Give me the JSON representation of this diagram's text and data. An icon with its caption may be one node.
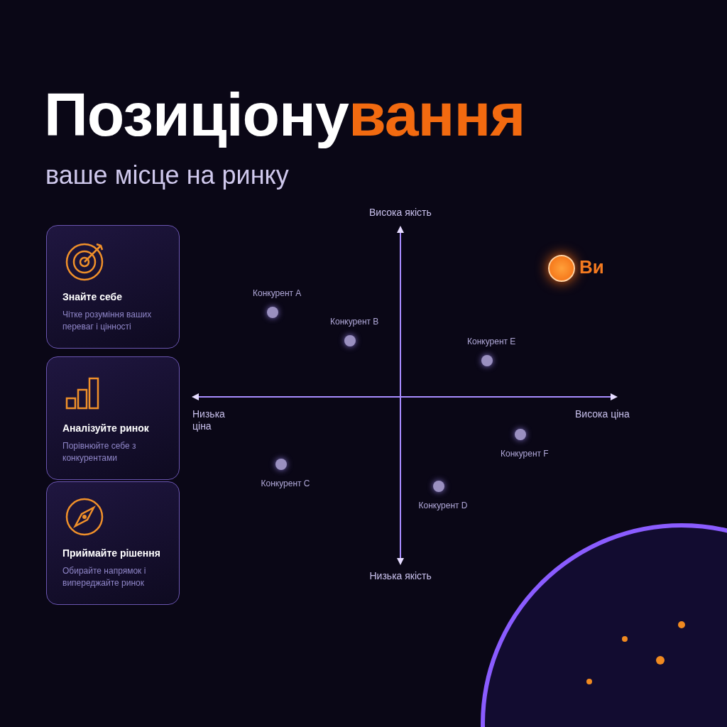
{
  "diagram": {
    "title": "Позиціонування",
    "caption": "ваше місце на ринку",
    "nodes": [
      {
        "text": [
          "Знайте себе",
          "Чітке розуміння ваших переваг і цінності"
        ]
      },
      {
        "text": [
          "Аналізуйте ринок",
          "Порівнюйте себе з конкурентами"
        ]
      },
      {
        "text": [
          "Приймайте рішення",
          "Обирайте напрямок і випереджайте ринок"
        ]
      },
      {
        "text": [],
        "shape": "circle",
        "beside": [
          "Ви"
        ]
      },
      {
        "text": [],
        "shape": "circle",
        "beside": [
          "Конкурент A"
        ]
      },
      {
        "text": [],
        "shape": "circle",
        "beside": [
          "Конкурент B"
        ]
      },
      {
        "text": [],
        "shape": "circle",
        "beside": [
          "Конкурент E"
        ]
      },
      {
        "text": [],
        "shape": "circle",
        "beside": [
          "Конкурент F"
        ]
      },
      {
        "text": [],
        "shape": "circle",
        "beside": [
          "Конкурент C"
        ]
      },
      {
        "text": [],
        "shape": "circle",
        "beside": [
          "Конкурент D"
        ]
      }
    ],
    "labels": [
      "Висока якість",
      "Низька ціна",
      "Висока ціна",
      "Низька якість"
    ]
  }
}
